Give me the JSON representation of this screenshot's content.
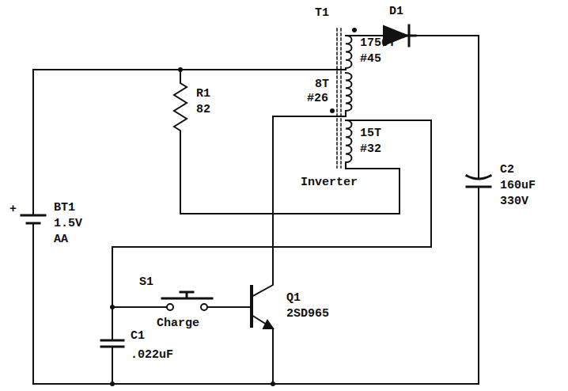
{
  "diagram": {
    "labels": [
      "T1",
      "D1",
      "1750T",
      "#45",
      "8T",
      "#26",
      "15T",
      "#32",
      "R1",
      "82",
      "Inverter",
      "C2",
      "160uF",
      "330V",
      "+",
      "BT1",
      "1.5V",
      "AA",
      "S1",
      "Charge",
      "Q1",
      "2SD965",
      "C1",
      ".022uF"
    ]
  }
}
